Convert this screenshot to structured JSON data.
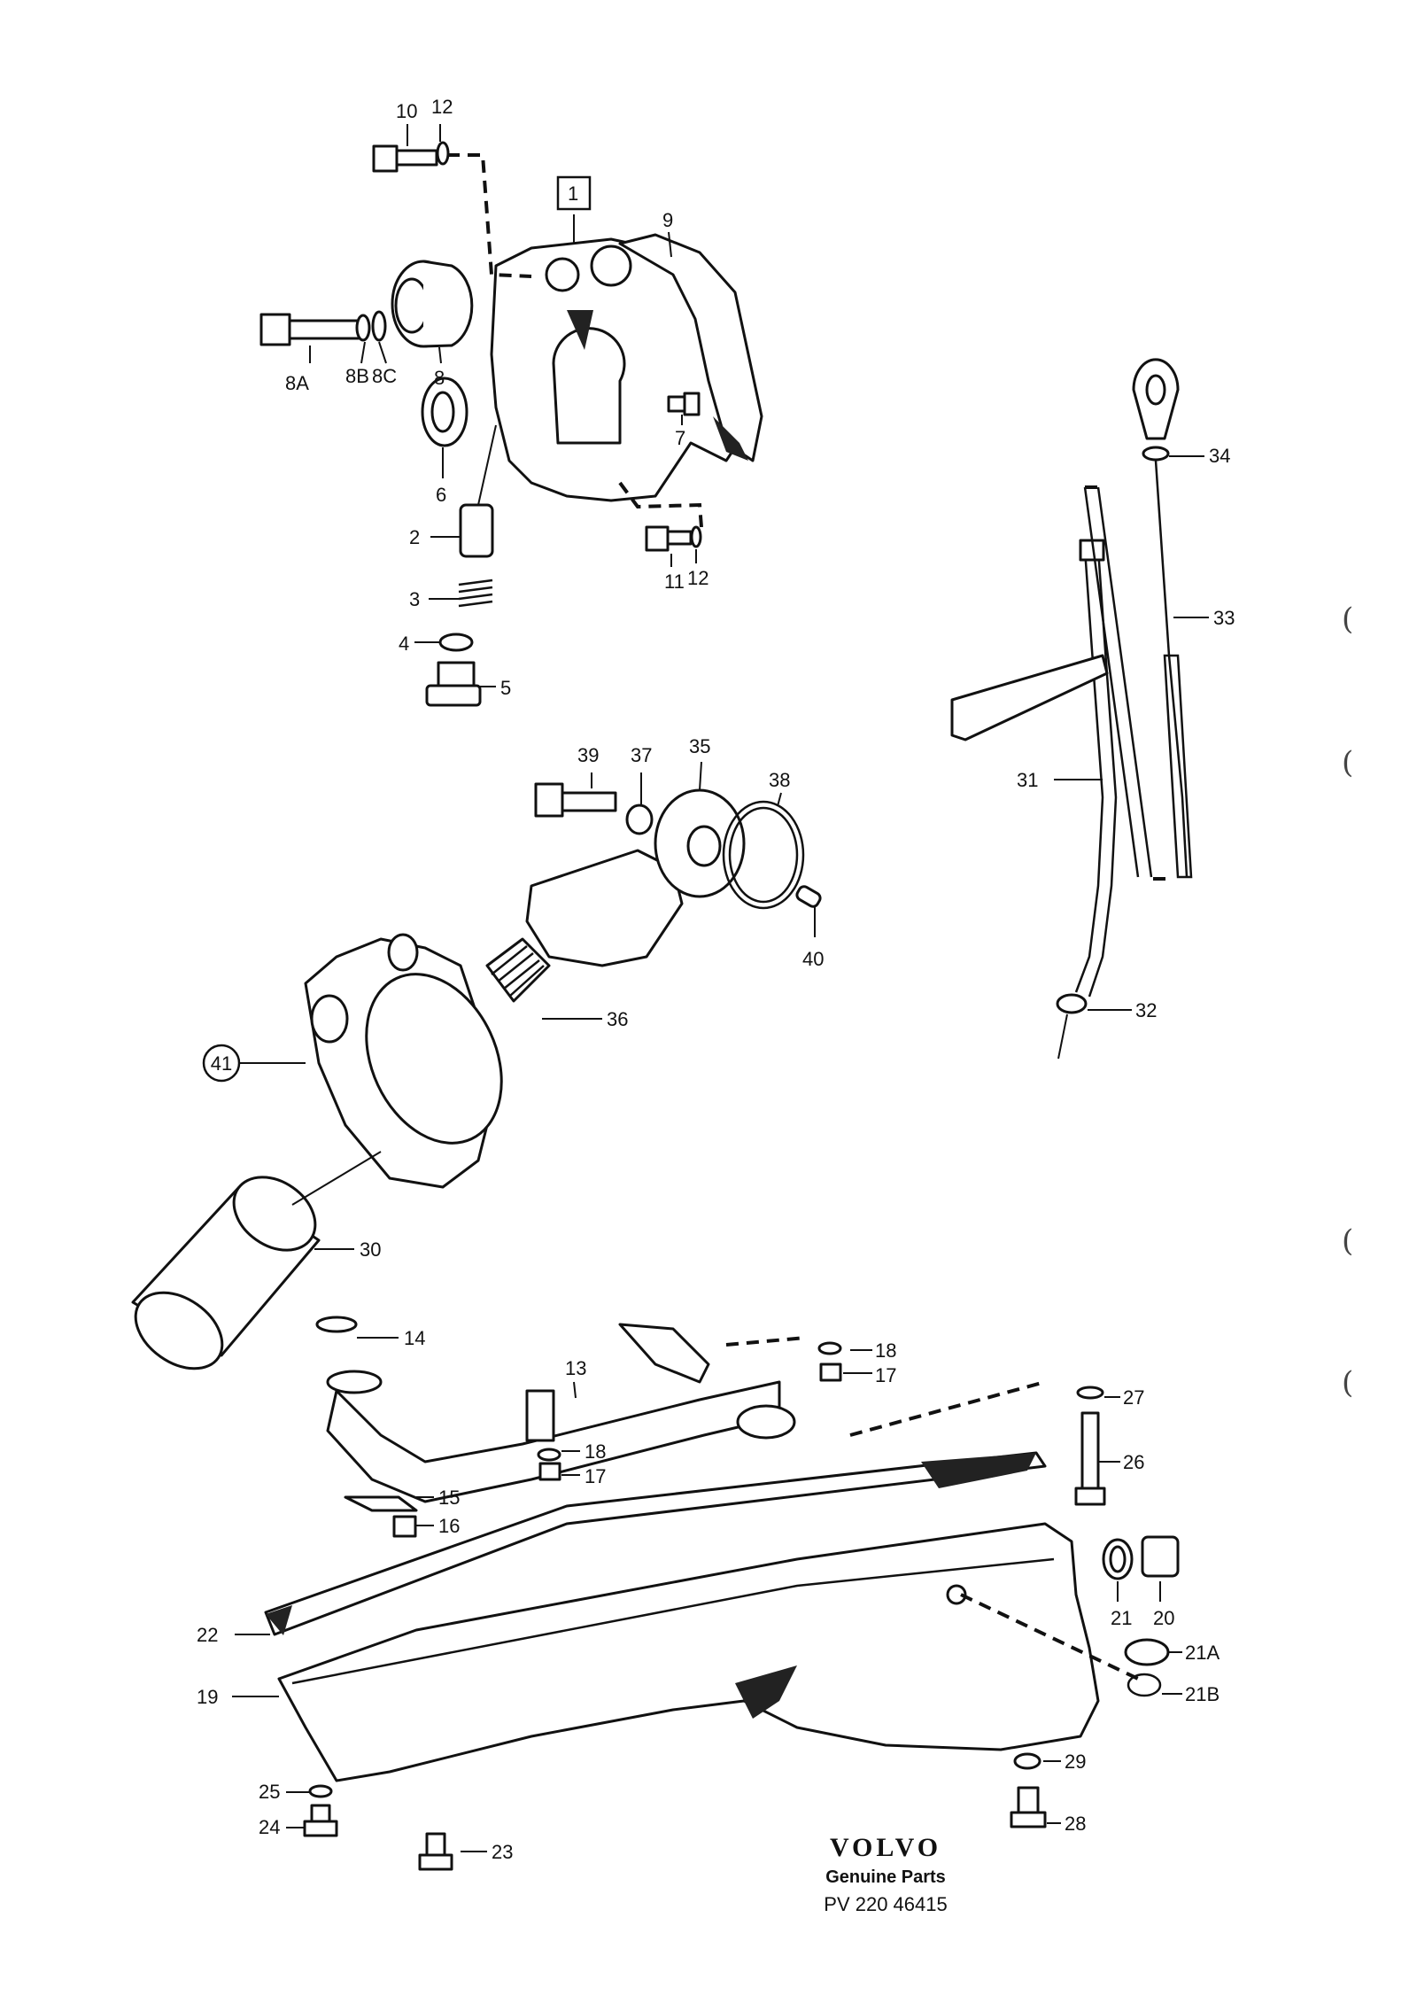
{
  "labels": {
    "p1": "1",
    "p2": "2",
    "p3": "3",
    "p4": "4",
    "p5": "5",
    "p6": "6",
    "p7": "7",
    "p8": "8",
    "p8a": "8A",
    "p8b": "8B",
    "p8c": "8C",
    "p9": "9",
    "p10": "10",
    "p11": "11",
    "p12a": "12",
    "p12b": "12",
    "p13": "13",
    "p14": "14",
    "p15": "15",
    "p16": "16",
    "p17a": "17",
    "p17b": "17",
    "p18a": "18",
    "p18b": "18",
    "p19": "19",
    "p20": "20",
    "p21": "21",
    "p21a": "21A",
    "p21b": "21B",
    "p22": "22",
    "p23": "23",
    "p24": "24",
    "p25": "25",
    "p26": "26",
    "p27": "27",
    "p28": "28",
    "p29": "29",
    "p30": "30",
    "p31": "31",
    "p32": "32",
    "p33": "33",
    "p34": "34",
    "p35": "35",
    "p36": "36",
    "p37": "37",
    "p38": "38",
    "p39": "39",
    "p40": "40",
    "p41": "41"
  },
  "branding": {
    "logo": "VOLVO",
    "subtitle": "Genuine Parts",
    "code": "PV 220 46415"
  },
  "margin_marks": [
    "(",
    "(",
    "(",
    "("
  ]
}
